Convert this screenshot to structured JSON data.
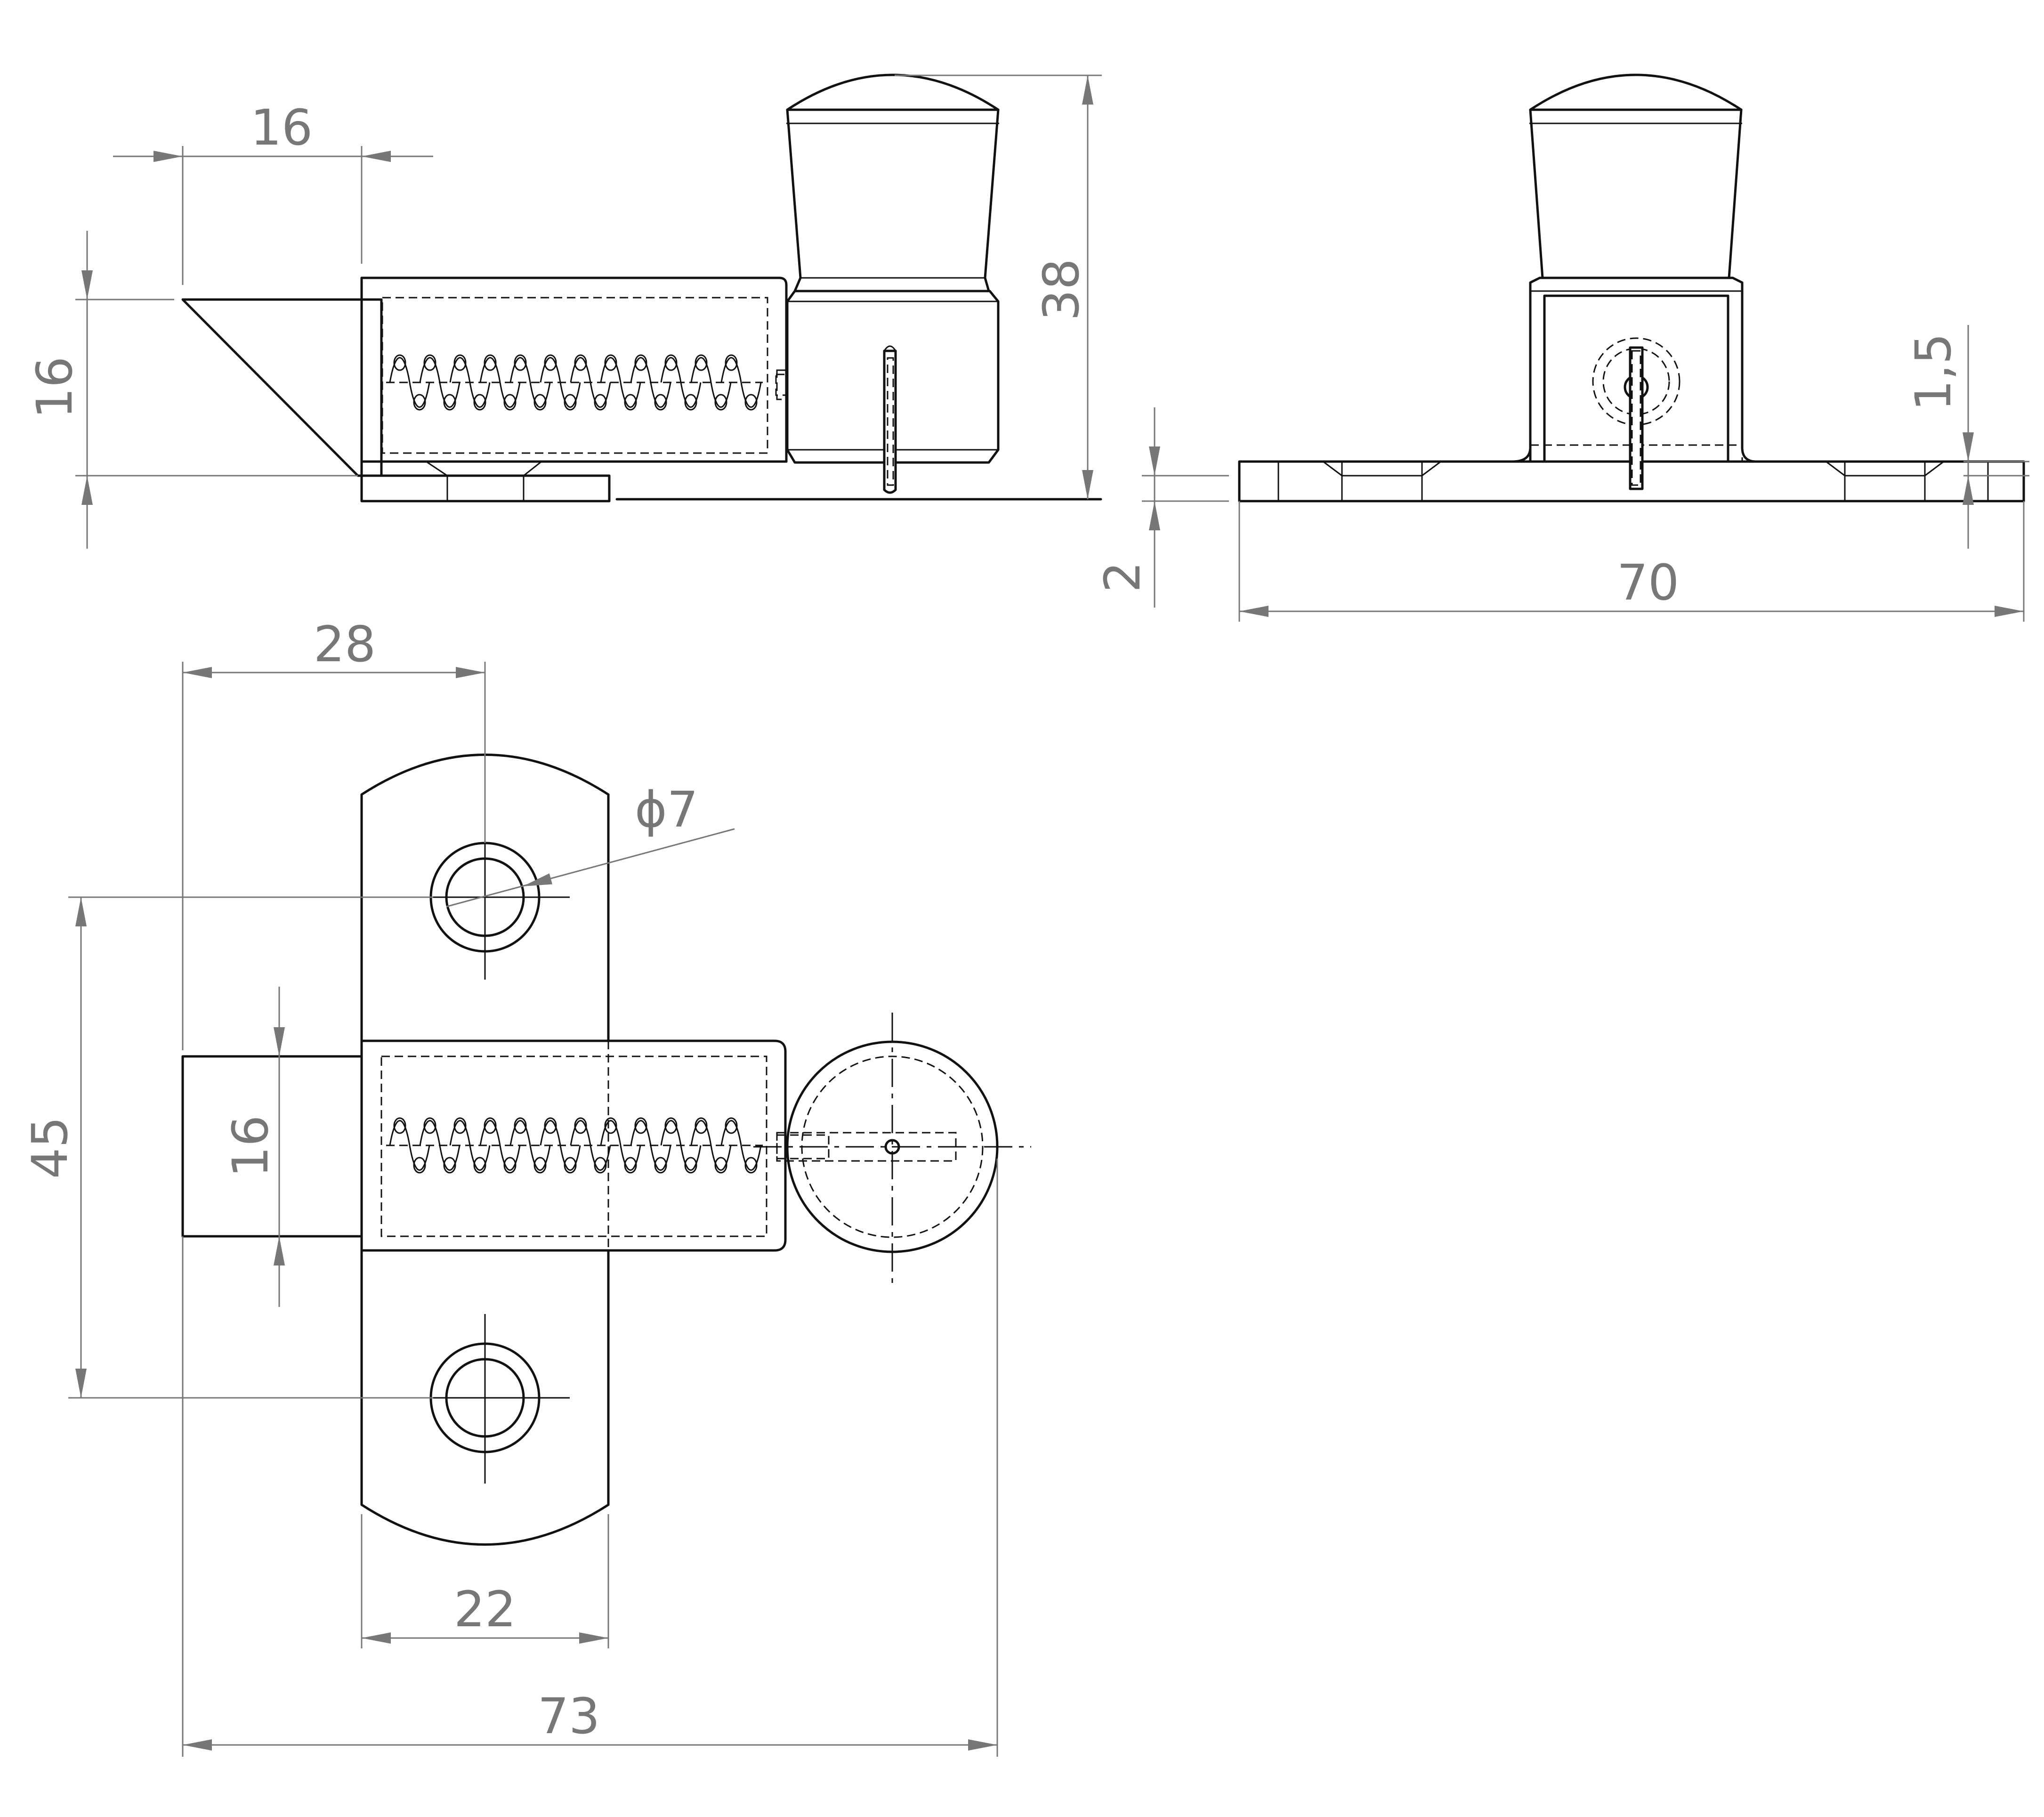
{
  "dimensions": {
    "side_view": {
      "wedge_width": "16",
      "wedge_height": "16",
      "overall_height": "38"
    },
    "end_view": {
      "base_thickness": "2",
      "wall_thickness": "1,5",
      "base_length": "70"
    },
    "top_view": {
      "hole_offset": "28",
      "hole_diameter": "ϕ7",
      "hole_spacing": "45",
      "bolt_width": "16",
      "plate_width": "22",
      "overall_length": "73"
    }
  },
  "colors": {
    "outline": "#111111",
    "dimension": "#777777",
    "background": "#ffffff"
  }
}
